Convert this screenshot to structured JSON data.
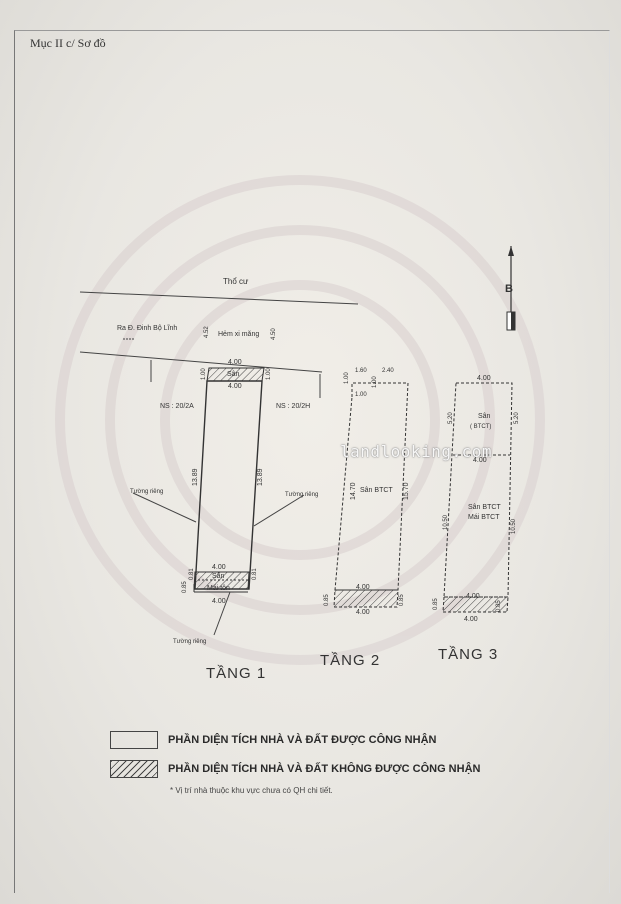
{
  "header": {
    "section_title": "Mục II c/ Sơ đồ"
  },
  "compass": {
    "label": "B"
  },
  "site": {
    "land_use_label": "Thổ cư",
    "road_label": "Ra Đ. Đinh Bộ Lĩnh",
    "alley_label": "Hẻm xi măng",
    "alley_width_left": "4.52",
    "alley_width_right": "4.50",
    "left_neighbor": "NS : 20/2A",
    "right_neighbor": "NS : 20/2H"
  },
  "floor1": {
    "title": "TẦNG 1",
    "top_outer_width": "4.00",
    "top_inner_width": "4.00",
    "top_depth_left": "1.00",
    "top_depth_right": "1.00",
    "top_label": "Sân",
    "main_depth_left": "13.89",
    "main_depth_right": "13.89",
    "wall_left": "Tường riêng",
    "wall_right": "Tường riêng",
    "wall_bottom": "Tường riêng",
    "bottom_width_1": "4.00",
    "bottom_label_1": "Sân",
    "bottom_label_2": "Mái tôn",
    "bottom_width_2": "4.00",
    "bottom_depth_left": "0.85",
    "bottom_depth_left_2": "0.81",
    "bottom_depth_right": "0.81"
  },
  "floor2": {
    "title": "TẦNG 2",
    "top_left_width": "1.60",
    "top_right_width": "2.40",
    "top_depth_left": "1.00",
    "top_depth_right": "1.00",
    "step_depth": "1.00",
    "main_label": "Sân BTCT",
    "depth_left": "14.70",
    "depth_right": "15.70",
    "bottom_width": "4.00",
    "bottom_depth_left": "0.85",
    "bottom_depth_right": "0.85",
    "bottom_width_2": "4.00"
  },
  "floor3": {
    "title": "TẦNG 3",
    "top_width": "4.00",
    "upper_label": "Sân",
    "upper_sublabel": "( BTCT)",
    "upper_depth_left": "5.20",
    "upper_depth_right": "5.20",
    "mid_width": "4.00",
    "lower_label": "Sân BTCT",
    "lower_sublabel": "Mái BTCT",
    "lower_depth_left": "10.50",
    "lower_depth_right": "10.50",
    "bottom_width": "4.00",
    "bottom_depth_left": "0.85",
    "bottom_depth_right": "0.85",
    "bottom_width_2": "4.00"
  },
  "watermark": "landlooking.com",
  "legend": {
    "recognized": "PHẦN DIỆN TÍCH NHÀ VÀ ĐẤT ĐƯỢC CÔNG NHẬN",
    "not_recognized": "PHẦN DIỆN TÍCH NHÀ VÀ ĐẤT KHÔNG ĐƯỢC CÔNG NHẬN"
  },
  "note": "* Vị trí nhà thuộc khu vực chưa có QH chi tiết."
}
